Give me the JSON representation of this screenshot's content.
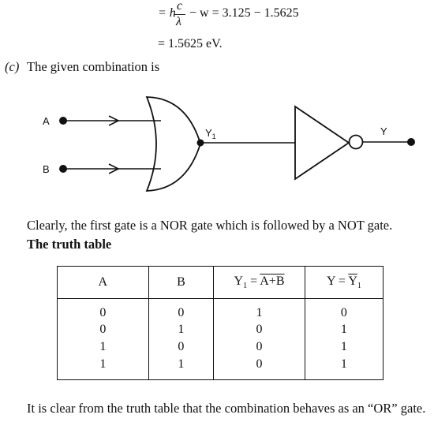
{
  "equation": {
    "line1_lhs": "= h",
    "numerator": "c",
    "denominator": "λ",
    "line1_rhs": "− w = 3.125 − 1.5625",
    "line2": "= 1.5625 eV."
  },
  "part_c": {
    "label": "(c)",
    "text": "The given combination is"
  },
  "circuit": {
    "input_a": "A",
    "input_b": "B",
    "intermediate": "Y",
    "intermediate_sub": "1",
    "output": "Y"
  },
  "explanation": "Clearly, the first gate is a NOR gate which is followed by a NOT gate.",
  "table_title": "The truth table",
  "truth_table": {
    "headers": {
      "a": "A",
      "b": "B",
      "y1_prefix": "Y",
      "y1_sub": "1",
      "y1_eq": " = ",
      "y1_expr": "A+B",
      "y_prefix": "Y = ",
      "y_bar": "Y",
      "y_sub": "1"
    },
    "rows": [
      [
        "0",
        "0",
        "1",
        "0"
      ],
      [
        "0",
        "1",
        "0",
        "1"
      ],
      [
        "1",
        "0",
        "0",
        "1"
      ],
      [
        "1",
        "1",
        "0",
        "1"
      ]
    ]
  },
  "conclusion": "It is clear from the truth table that the combination behaves as an “OR” gate."
}
